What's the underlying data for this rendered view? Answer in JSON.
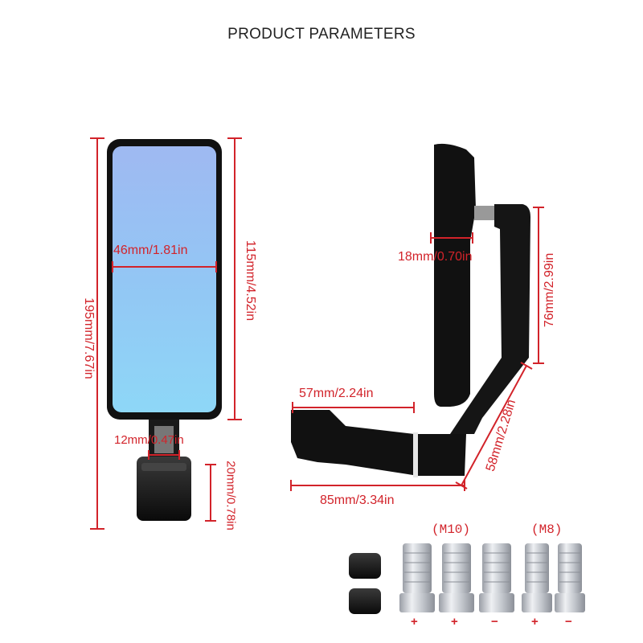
{
  "title": "PRODUCT PARAMETERS",
  "colors": {
    "dimension": "#d2232a",
    "mirror_body": "#111111",
    "glass_top": "#9fb9f2",
    "glass_bottom": "#8fd6f7",
    "metal": "#c9ccd2"
  },
  "dimensions": {
    "glass_width": "46mm/1.81in",
    "mirror_height": "115mm/4.52in",
    "total_height": "195mm/7.67in",
    "stem_width": "12mm/0.47in",
    "base_height": "20mm/0.78in",
    "mirror_thickness": "18mm/0.70in",
    "arm_vertical": "76mm/2.99in",
    "arm_slant": "58mm/2.28in",
    "mount_inner": "57mm/2.24in",
    "mount_total": "85mm/3.34in"
  },
  "hardware": {
    "m10_label": "(M10)",
    "m8_label": "(M8)",
    "bolt_signs": [
      "+",
      "+",
      "−",
      "+",
      "−"
    ]
  }
}
